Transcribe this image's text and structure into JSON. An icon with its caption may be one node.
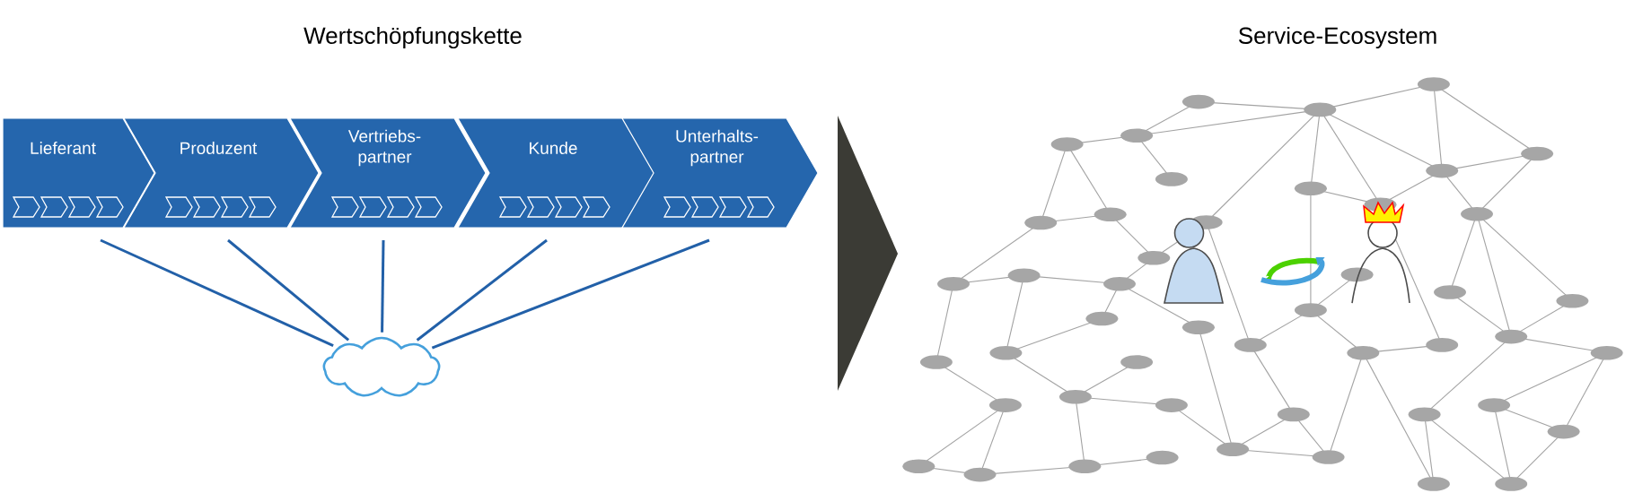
{
  "diagram": {
    "nodes": [
      {
        "text": [
          "Lieferant"
        ]
      },
      {
        "text": [
          "Produzent"
        ]
      },
      {
        "text": [
          "Vertriebs- partner"
        ]
      },
      {
        "text": [
          "Kunde"
        ]
      },
      {
        "text": [
          "Unterhalts- partner"
        ]
      },
      {
        "text": [],
        "shape": "cloud"
      }
    ],
    "edges": [
      {
        "from": 0,
        "to": 5,
        "arrow": "none"
      },
      {
        "from": 1,
        "to": 5,
        "arrow": "none"
      },
      {
        "from": 2,
        "to": 5,
        "arrow": "none"
      },
      {
        "from": 3,
        "to": 5,
        "arrow": "none"
      },
      {
        "from": 4,
        "to": 5,
        "arrow": "none"
      }
    ],
    "labels": [
      "Wertschöpfungskette",
      "Service-Ecosystem"
    ]
  }
}
